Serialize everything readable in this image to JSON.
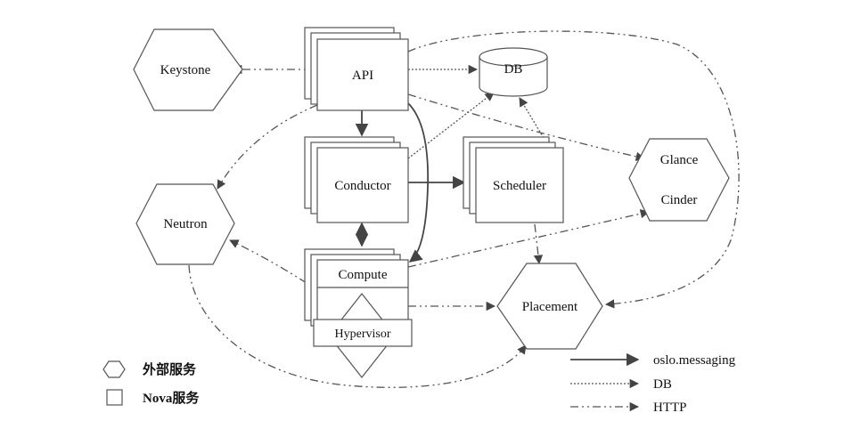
{
  "nodes": {
    "keystone": "Keystone",
    "api": "API",
    "db": "DB",
    "conductor": "Conductor",
    "scheduler": "Scheduler",
    "neutron": "Neutron",
    "glance": "Glance",
    "cinder": "Cinder",
    "compute": "Compute",
    "hypervisor": "Hypervisor",
    "placement": "Placement"
  },
  "legend": {
    "external_service": "外部服务",
    "nova_service_bold": "Nova",
    "nova_service_suffix": "服务",
    "oslo": "oslo.messaging",
    "db": "DB",
    "http": "HTTP"
  }
}
